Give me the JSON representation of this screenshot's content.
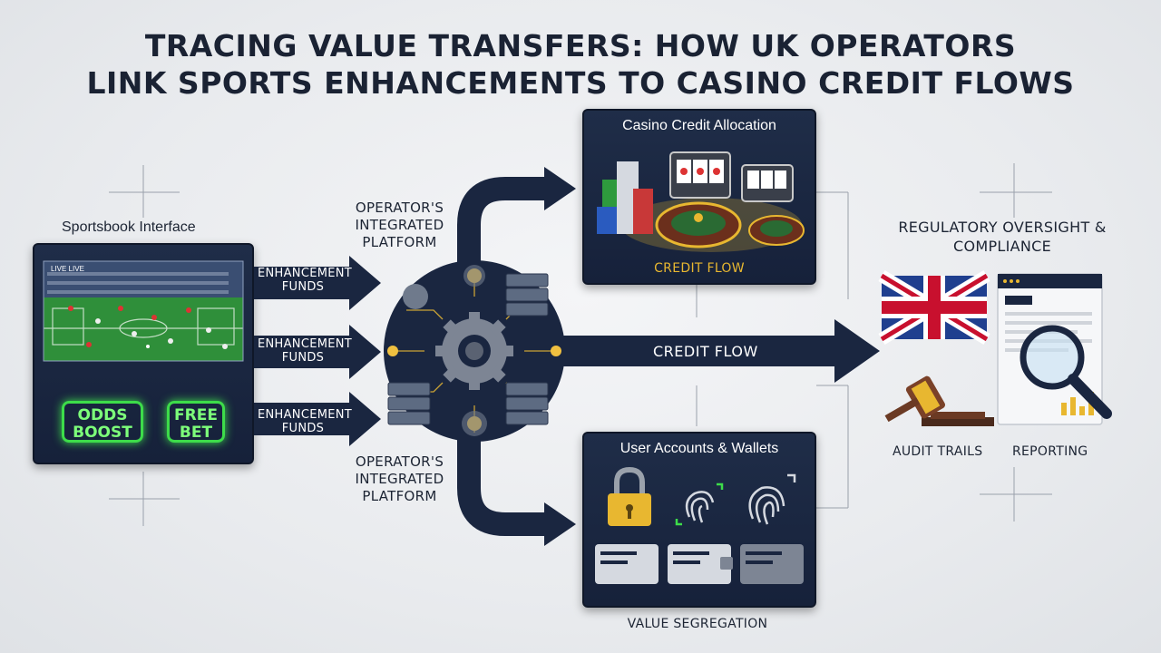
{
  "title": {
    "line1": "TRACING VALUE TRANSFERS: HOW UK OPERATORS",
    "line2": "LINK SPORTS ENHANCEMENTS TO CASINO CREDIT FLOWS"
  },
  "sportsbook": {
    "heading": "Sportsbook Interface",
    "live_tag": "LIVE LIVE",
    "odds_boost": "ODDS BOOST",
    "free_bet": "FREE BET"
  },
  "enhancement": {
    "arrow1": "ENHANCEMENT FUNDS",
    "arrow2": "ENHANCEMENT FUNDS",
    "arrow3": "ENHANCEMENT FUNDS"
  },
  "platform": {
    "top_label": "OPERATOR'S INTEGRATED PLATFORM",
    "bottom_label": "OPERATOR'S INTEGRATED PLATFORM"
  },
  "casino": {
    "heading": "Casino Credit Allocation",
    "credit_flow": "CREDIT FLOW"
  },
  "main_flow": {
    "label": "CREDIT FLOW"
  },
  "accounts": {
    "heading": "User Accounts & Wallets",
    "caption": "VALUE SEGREGATION"
  },
  "regulatory": {
    "heading": "REGULATORY OVERSIGHT & COMPLIANCE",
    "audit": "AUDIT TRAILS",
    "reporting": "REPORTING"
  },
  "colors": {
    "navy": "#1a2640",
    "neon_green": "#3ddc4a",
    "gold": "#e8b730",
    "flag_blue": "#1f3f8f",
    "flag_red": "#c8102e"
  },
  "icons": [
    "gear-icon",
    "server-icon",
    "padlock-icon",
    "fingerprint-icon",
    "wallet-card-icon",
    "gavel-icon",
    "magnifier-icon",
    "uk-flag-icon",
    "roulette-icon",
    "slot-machine-icon",
    "chips-icon"
  ]
}
